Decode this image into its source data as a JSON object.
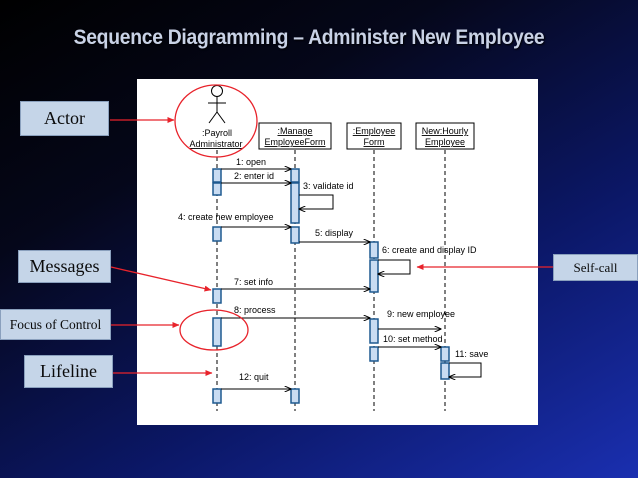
{
  "slide": {
    "title": "Sequence Diagramming – Administer New Employee"
  },
  "callouts": {
    "actor": "Actor",
    "messages": "Messages",
    "focus": "Focus of Control",
    "lifeline": "Lifeline",
    "self_call": "Self-call"
  },
  "diagram": {
    "participants": {
      "actor_line1": ":Payroll",
      "actor_line2": "Administrator",
      "manage_form_line1": ":Manage",
      "manage_form_line2": "EmployeeForm",
      "employee_form_line1": ":Employee",
      "employee_form_line2": "Form",
      "hourly_employee_line1": "New:Hourly",
      "hourly_employee_line2": "Employee"
    },
    "messages": [
      "1: open",
      "2: enter id",
      "3: validate id",
      "4: create new employee",
      "5: display",
      "6: create and display ID",
      "7: set info",
      "8: process",
      "9: new employee",
      "10: set method",
      "11: save",
      "12: quit"
    ]
  },
  "colors": {
    "callout_fill": "#c5d5e8",
    "highlight_red": "#e8232b",
    "activation_fill": "#c9dcf2",
    "activation_stroke": "#1e5a90"
  }
}
